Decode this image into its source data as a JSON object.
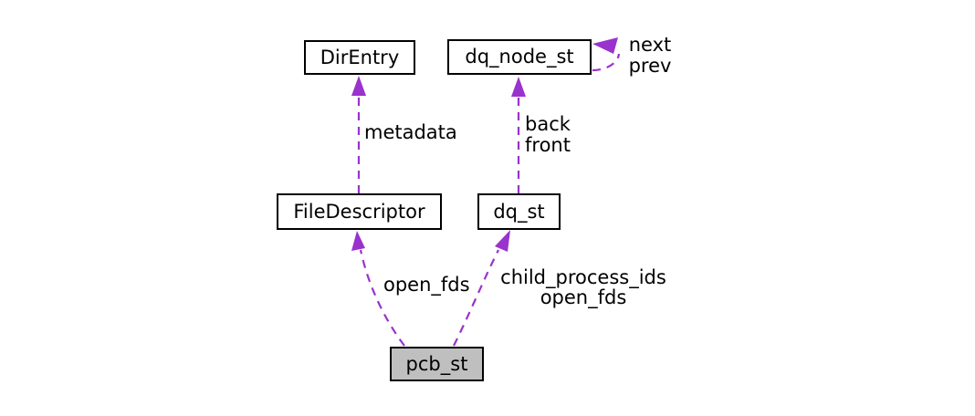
{
  "diagram": {
    "kind": "collaboration-graph",
    "colors": {
      "edge": "#9a32cd",
      "node_border": "#000000",
      "node_fill": "#ffffff",
      "current_node_fill": "#bfbfbf",
      "background": "#ffffff",
      "text": "#000000"
    },
    "nodes": [
      {
        "label": "DirEntry",
        "current": false
      },
      {
        "label": "dq_node_st",
        "current": false
      },
      {
        "label": "FileDescriptor",
        "current": false
      },
      {
        "label": "dq_st",
        "current": false
      },
      {
        "label": "pcb_st",
        "current": true
      }
    ],
    "edges": [
      {
        "from": "FileDescriptor",
        "to": "DirEntry",
        "style": "dashed",
        "label": "metadata"
      },
      {
        "from": "dq_st",
        "to": "dq_node_st",
        "style": "dashed",
        "label_lines": [
          "back",
          "front"
        ]
      },
      {
        "from": "dq_node_st",
        "to": "dq_node_st",
        "style": "dashed",
        "label_lines": [
          "next",
          "prev"
        ]
      },
      {
        "from": "pcb_st",
        "to": "FileDescriptor",
        "style": "dashed",
        "label": "open_fds"
      },
      {
        "from": "pcb_st",
        "to": "dq_st",
        "style": "dashed",
        "label_lines": [
          "child_process_ids",
          "open_fds"
        ]
      }
    ]
  }
}
